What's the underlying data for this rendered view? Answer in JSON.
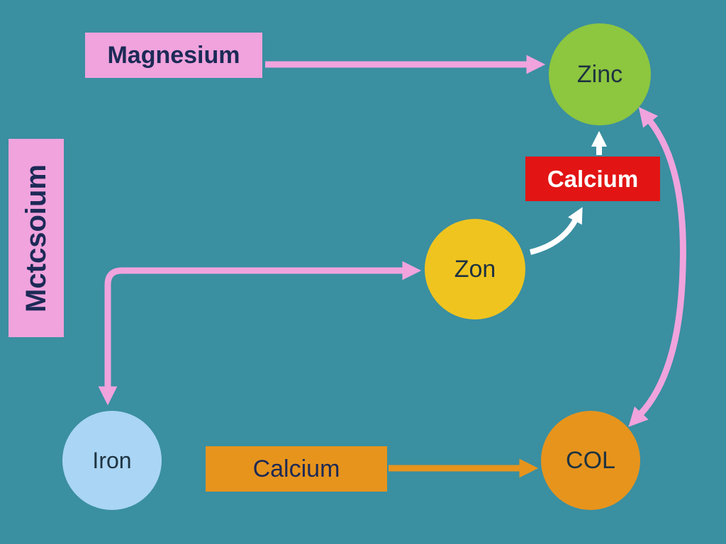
{
  "colors": {
    "background": "#3a8fa1",
    "pink": "#f0a3dd",
    "white": "#ffffff",
    "orange": "#e7941d",
    "red": "#e21414",
    "green": "#8dc63f",
    "yellow": "#f0c41f",
    "blue": "#aad5f5",
    "dark-text": "#1e3340",
    "navy-text": "#1c2a56"
  },
  "nodes": {
    "magnesium_box": {
      "label": "Magnesium"
    },
    "side_box": {
      "label": "Mctcsoium"
    },
    "red_box": {
      "label": "Calcium"
    },
    "zinc_circle": {
      "label": "Zinc"
    },
    "zon_circle": {
      "label": "Zon"
    },
    "iron_circle": {
      "label": "Iron"
    },
    "col_circle": {
      "label": "COL"
    },
    "orange_box": {
      "label": "Calcium"
    }
  },
  "arrows": [
    {
      "from": "Magnesium",
      "to": "Zinc",
      "color": "#f0a3dd"
    },
    {
      "from": "corner",
      "to": "Zon",
      "color": "#f0a3dd"
    },
    {
      "from": "corner",
      "to": "Iron",
      "color": "#f0a3dd"
    },
    {
      "from": "Zinc",
      "to": "COL",
      "color": "#f0a3dd",
      "double_headed": true
    },
    {
      "from": "Calcium (red)",
      "to": "Zinc",
      "color": "#ffffff"
    },
    {
      "from": "Zon",
      "to": "Calcium (red)",
      "color": "#ffffff"
    },
    {
      "from": "Calcium (orange)",
      "to": "COL",
      "color": "#e7941d"
    }
  ]
}
